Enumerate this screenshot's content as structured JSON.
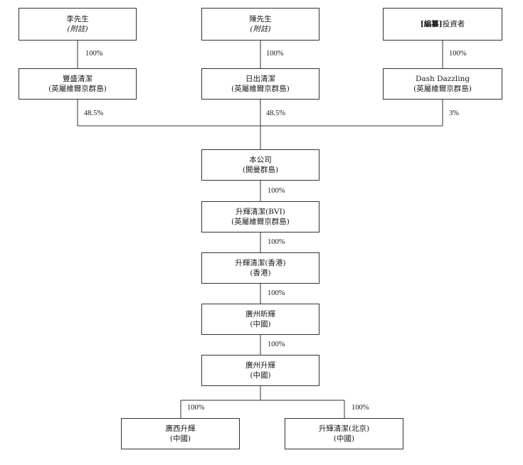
{
  "colors": {
    "line": "#333333",
    "text": "#1a1a1a",
    "background": "#ffffff"
  },
  "nodes": {
    "li": {
      "line1": "李先生",
      "line2": "(附註)"
    },
    "chen": {
      "line1": "陳先生",
      "line2": "(附註)"
    },
    "investor": {
      "line1_bold": "[編纂]",
      "line1_rest": "投資者"
    },
    "fengsheng": {
      "line1": "豐盛清潔",
      "line2": "(英屬維爾京群島)"
    },
    "richu": {
      "line1": "日出清潔",
      "line2": "(英屬維爾京群島)"
    },
    "dash": {
      "line1": "Dash Dazzling",
      "line2": "(英屬維爾京群島)"
    },
    "company": {
      "line1": "本公司",
      "line2": "(開曼群島)"
    },
    "bvi": {
      "line1": "升輝清潔(BVI)",
      "line2": "(英屬維爾京群島)"
    },
    "hk": {
      "line1": "升輝清潔(香港)",
      "line2": "(香港)"
    },
    "xinhui": {
      "line1": "廣州昕輝",
      "line2": "(中國)"
    },
    "gzsh": {
      "line1": "廣州升輝",
      "line2": "(中國)"
    },
    "gxsh": {
      "line1": "廣西升輝",
      "line2": "(中國)"
    },
    "bj": {
      "line1": "升輝清潔(北京)",
      "line2": "(中國)"
    }
  },
  "percentages": {
    "li_fengsheng": "100%",
    "chen_richu": "100%",
    "investor_dash": "100%",
    "fengsheng_company": "48.5%",
    "richu_company": "48.5%",
    "dash_company": "3%",
    "company_bvi": "100%",
    "bvi_hk": "100%",
    "hk_xinhui": "100%",
    "xinhui_gzsh": "100%",
    "gzsh_gxsh": "100%",
    "gzsh_bj": "100%"
  }
}
